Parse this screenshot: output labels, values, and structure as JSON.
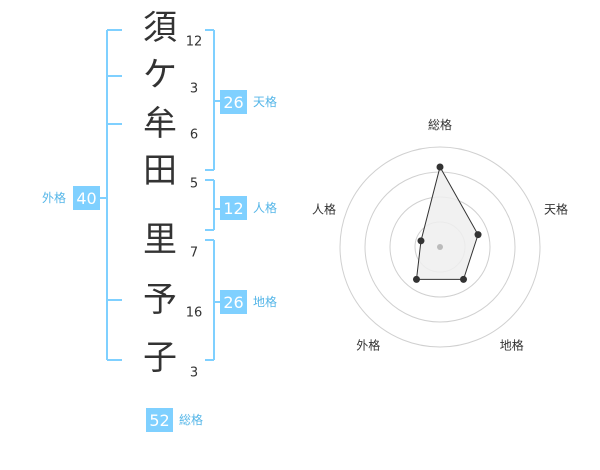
{
  "name": {
    "chars": [
      {
        "char": "須",
        "strokes": "12"
      },
      {
        "char": "ケ",
        "strokes": "3"
      },
      {
        "char": "牟",
        "strokes": "6"
      },
      {
        "char": "田",
        "strokes": "5"
      },
      {
        "char": "里",
        "strokes": "7"
      },
      {
        "char": "予",
        "strokes": "16"
      },
      {
        "char": "子",
        "strokes": "3"
      }
    ]
  },
  "fortune": {
    "tenkaku": {
      "label": "天格",
      "value": "26"
    },
    "jinkaku": {
      "label": "人格",
      "value": "12"
    },
    "chikaku": {
      "label": "地格",
      "value": "26"
    },
    "gaikaku": {
      "label": "外格",
      "value": "40"
    },
    "soukaku": {
      "label": "総格",
      "value": "52"
    }
  },
  "radar": {
    "axes": [
      "総格",
      "天格",
      "地格",
      "外格",
      "人格"
    ],
    "levels": 4,
    "values": [
      4,
      2,
      2,
      2,
      1
    ],
    "max": 5
  },
  "colors": {
    "accent": "#7fd0ff",
    "box_text": "#ffffff",
    "label": "#55b6e8",
    "text": "#333333",
    "grid": "#d0d0d0",
    "fill": "#eeeeee",
    "outline": "#333333"
  }
}
